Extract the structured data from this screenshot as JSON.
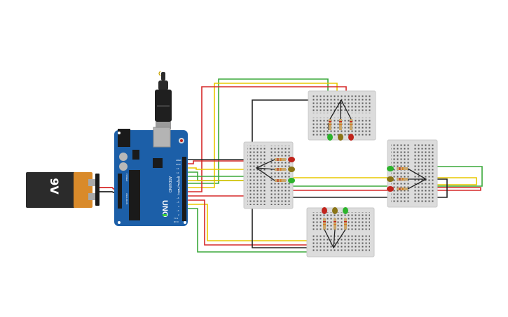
{
  "battery": {
    "label": "9V"
  },
  "arduino": {
    "brand": "UNO",
    "sub_label": "ARDUINO",
    "digital_label": "DIGITAL (PWM~)",
    "power_label": "POWER",
    "analog_label": "ANALOG IN",
    "pin_labels": [
      "AREF",
      "GND",
      "13",
      "12",
      "~11",
      "~10",
      "~9",
      "8",
      "7",
      "~6",
      "~5",
      "4",
      "~3",
      "2",
      "TX 1",
      "RX 0"
    ]
  },
  "colors": {
    "red_wire": "#d62828",
    "yellow_wire": "#e8c800",
    "green_wire": "#3aa83a",
    "black_wire": "#222222",
    "board_blue": "#1c5fa8",
    "breadboard": "#dcdcdc",
    "led_red": "#c0241c",
    "led_yellow": "#8a7416",
    "led_green": "#2cb32c"
  },
  "icons": [
    "usb-cable-icon",
    "battery-9v-icon",
    "arduino-uno-icon",
    "breadboard-icon",
    "led-icon",
    "resistor-icon"
  ]
}
